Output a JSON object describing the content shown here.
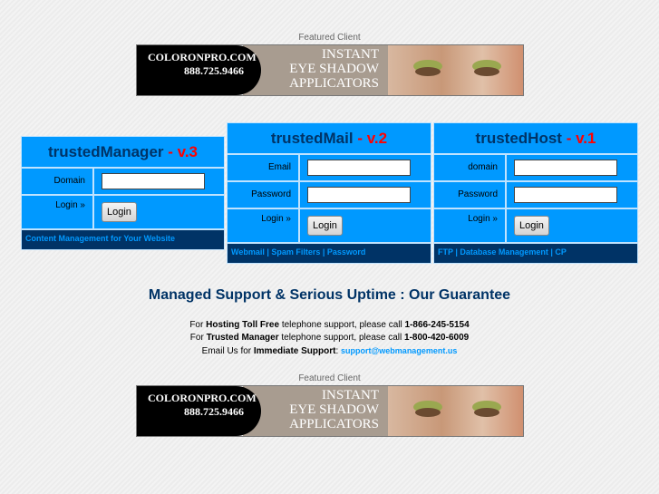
{
  "featured_label": "Featured Client",
  "banner": {
    "site": "COLORONPRO.COM",
    "phone": "888.725.9466",
    "line1": "INSTANT",
    "line2": "EYE SHADOW",
    "line3": "APPLICATORS"
  },
  "panels": [
    {
      "name": "trustedManager",
      "version": "- v.3",
      "fields": [
        {
          "label": "Domain",
          "value": ""
        }
      ],
      "login_label": "Login »",
      "button": "Login",
      "footer": "Content Management for Your Website"
    },
    {
      "name": "trustedMail",
      "version": "- v.2",
      "fields": [
        {
          "label": "Email",
          "value": ""
        },
        {
          "label": "Password",
          "value": ""
        }
      ],
      "login_label": "Login »",
      "button": "Login",
      "footer": "Webmail | Spam Filters | Password"
    },
    {
      "name": "trustedHost",
      "version": "- v.1",
      "fields": [
        {
          "label": "domain",
          "value": ""
        },
        {
          "label": "Password",
          "value": ""
        }
      ],
      "login_label": "Login »",
      "button": "Login",
      "footer": "FTP | Database Management | CP"
    }
  ],
  "guarantee": "Managed Support & Serious Uptime : Our Guarantee",
  "support": {
    "l1a": "For ",
    "l1b": "Hosting Toll Free",
    "l1c": " telephone support, please call ",
    "l1d": "1-866-245-5154",
    "l2a": "For ",
    "l2b": "Trusted Manager",
    "l2c": " telephone support, please call ",
    "l2d": "1-800-420-6009",
    "l3a": "Email Us for ",
    "l3b": "Immediate Support",
    ":": ": ",
    "l3d": "support@webmanagement.us"
  }
}
